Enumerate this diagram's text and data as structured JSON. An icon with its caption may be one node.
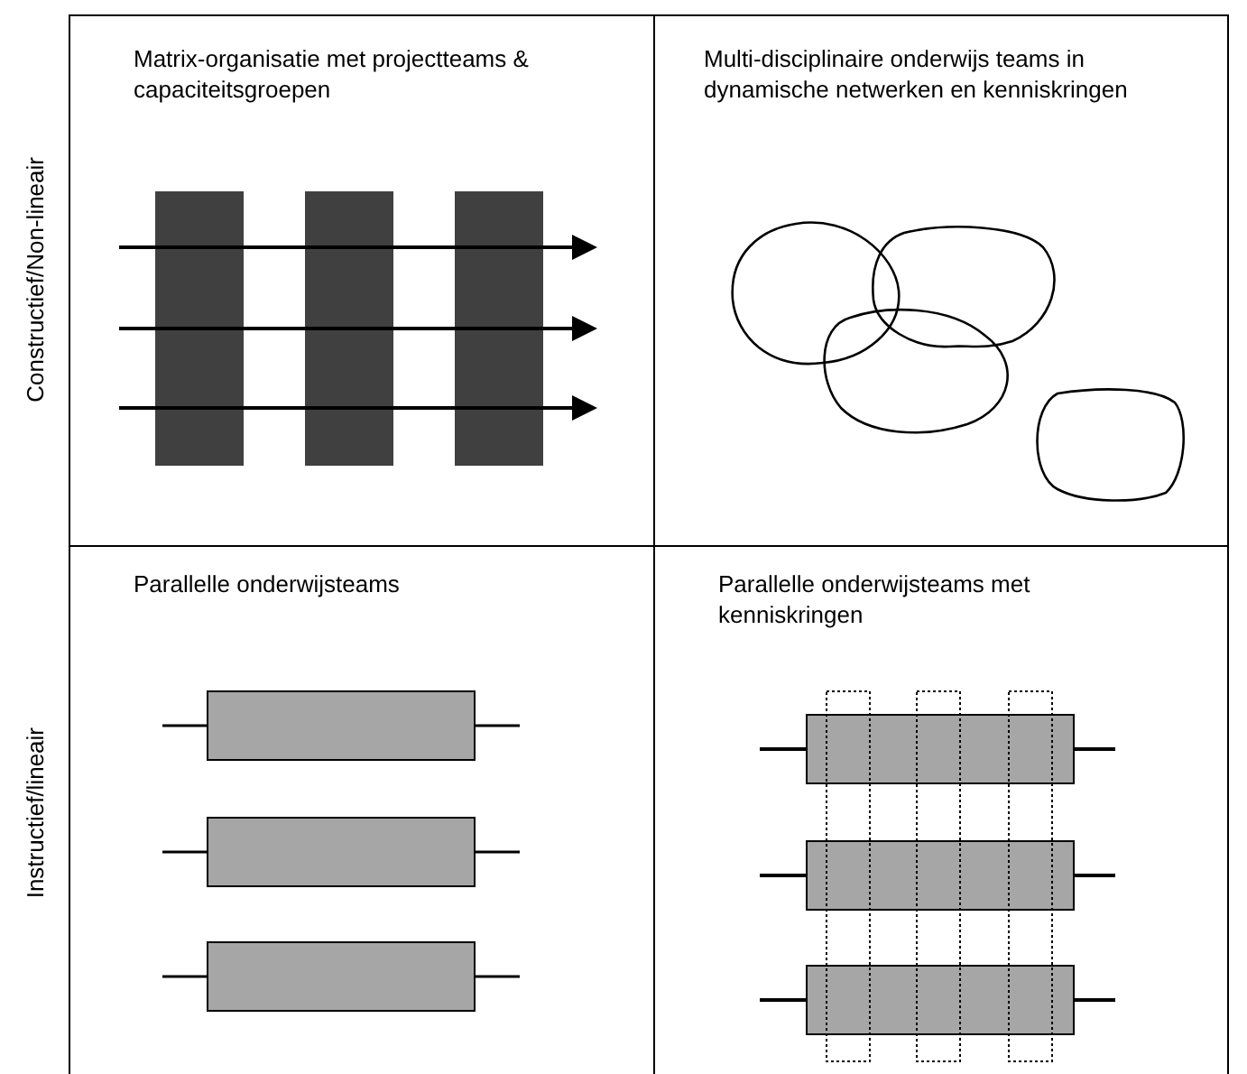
{
  "diagram": {
    "nodes": [
      {
        "text": [
          "Matrix-organisatie met projectteams & capaciteitsgroepen"
        ]
      },
      {
        "text": [
          "Multi-disciplinaire onderwijs teams in dynamische netwerken en kenniskringen"
        ]
      },
      {
        "text": [
          "Parallelle onderwijsteams"
        ]
      },
      {
        "text": [
          "Parallelle onderwijsteams met kenniskringen"
        ]
      }
    ],
    "labels": [
      "Constructief/Non-lineair",
      "Instructief/lineair"
    ]
  }
}
